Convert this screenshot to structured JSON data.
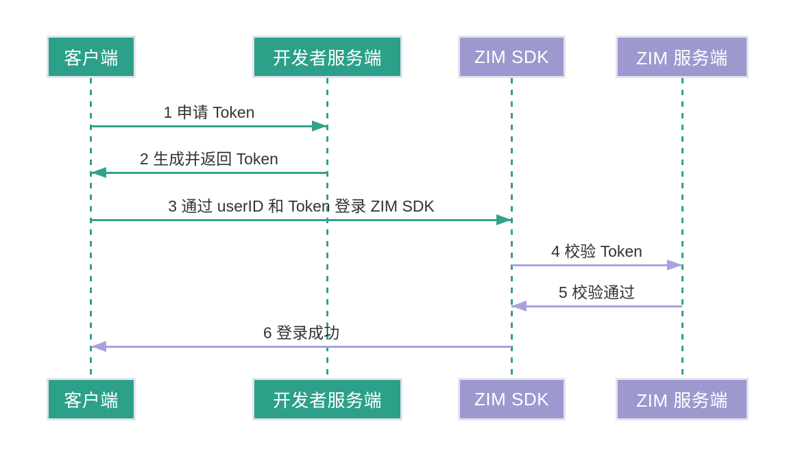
{
  "actors": [
    {
      "id": "client",
      "label": "客户端",
      "theme": "green"
    },
    {
      "id": "developer-server",
      "label": "开发者服务端",
      "theme": "green"
    },
    {
      "id": "zim-sdk",
      "label": "ZIM SDK",
      "theme": "purple"
    },
    {
      "id": "zim-server",
      "label": "ZIM 服务端",
      "theme": "purple"
    }
  ],
  "messages": [
    {
      "seq": 1,
      "label": "1 申请 Token",
      "from": "客户端",
      "to": "开发者服务端",
      "direction": "right",
      "theme": "green"
    },
    {
      "seq": 2,
      "label": "2 生成并返回 Token",
      "from": "开发者服务端",
      "to": "客户端",
      "direction": "left",
      "theme": "green"
    },
    {
      "seq": 3,
      "label": "3 通过 userID 和 Token 登录 ZIM SDK",
      "from": "客户端",
      "to": "ZIM SDK",
      "direction": "right",
      "theme": "green"
    },
    {
      "seq": 4,
      "label": "4 校验 Token",
      "from": "ZIM SDK",
      "to": "ZIM 服务端",
      "direction": "right",
      "theme": "purple"
    },
    {
      "seq": 5,
      "label": "5 校验通过",
      "from": "ZIM 服务端",
      "to": "ZIM SDK",
      "direction": "left",
      "theme": "purple"
    },
    {
      "seq": 6,
      "label": "6 登录成功",
      "from": "ZIM SDK",
      "to": "客户端",
      "direction": "left",
      "theme": "purple"
    }
  ],
  "colors": {
    "actor_green": "#2ca089",
    "actor_purple": "#9d98ce",
    "actor_border": "#e1e3f0",
    "line_green": "#33a28c",
    "line_purple": "#a8a3da",
    "lifeline_green": "#2fa189",
    "message_text": "#333333",
    "actor_text": "#ffffff",
    "background": "#ffffff"
  }
}
